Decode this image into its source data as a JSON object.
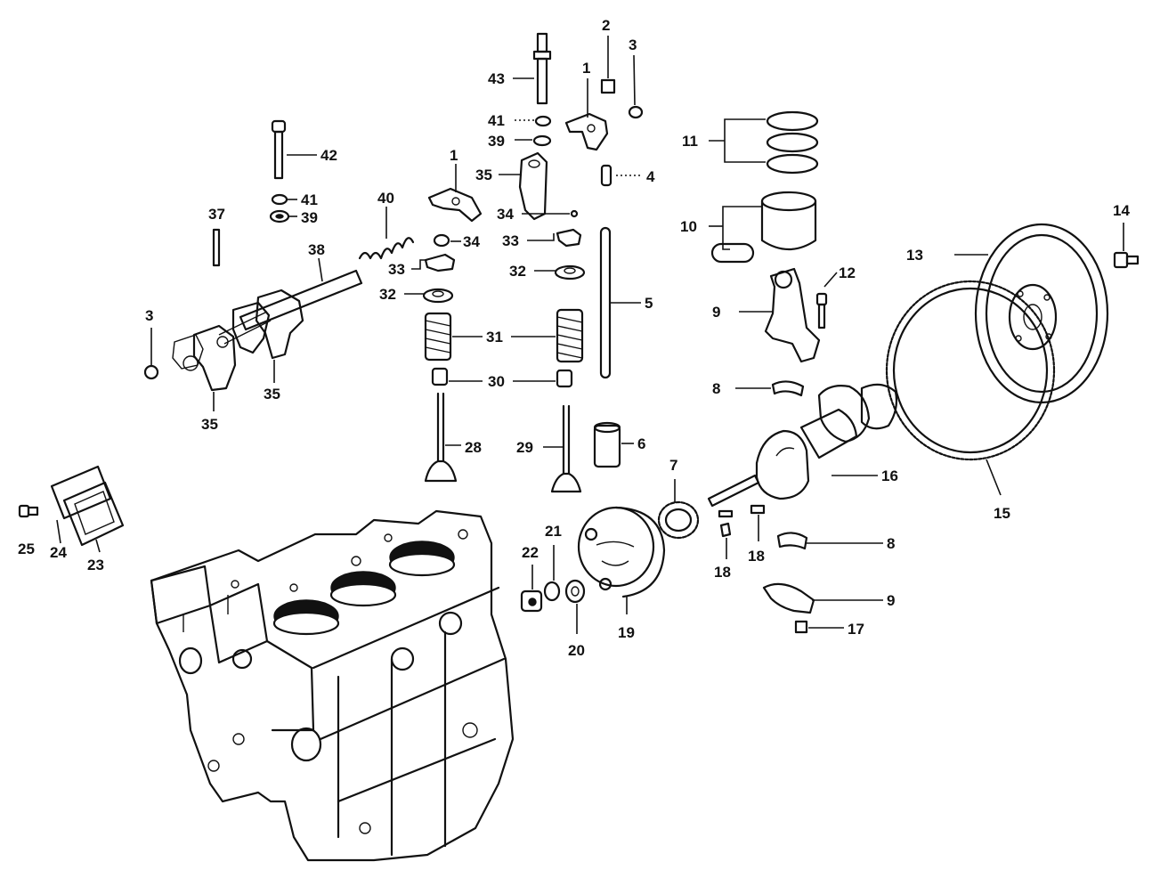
{
  "callouts": {
    "n1": "1",
    "n2": "2",
    "n3": "3",
    "n4": "4",
    "n5": "5",
    "n6": "6",
    "n7": "7",
    "n8": "8",
    "n9": "9",
    "n10": "10",
    "n11": "11",
    "n12": "12",
    "n13": "13",
    "n14": "14",
    "n15": "15",
    "n16": "16",
    "n17": "17",
    "n18": "18",
    "n19": "19",
    "n20": "20",
    "n21": "21",
    "n22": "22",
    "n23": "23",
    "n24": "24",
    "n25": "25",
    "n28": "28",
    "n29": "29",
    "n30": "30",
    "n31": "31",
    "n32": "32",
    "n33": "33",
    "n34": "34",
    "n35": "35",
    "n37": "37",
    "n38": "38",
    "n39": "39",
    "n40": "40",
    "n41": "41",
    "n42": "42",
    "n43": "43"
  },
  "colors": {
    "ink": "#111111",
    "background": "#ffffff"
  }
}
